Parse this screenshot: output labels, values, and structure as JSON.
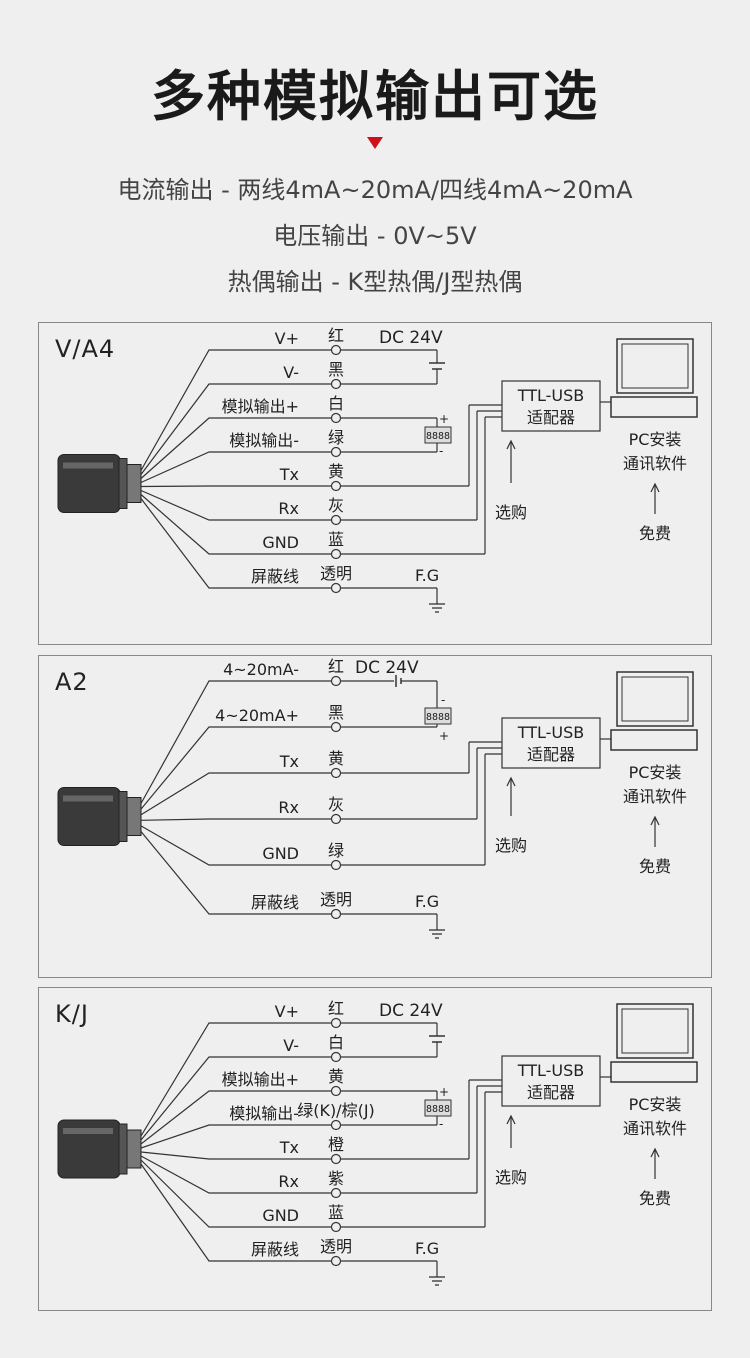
{
  "title": "多种模拟输出可选",
  "subtitles": [
    "电流输出 - 两线4mA~20mA/四线4mA~20mA",
    "电压输出 - 0V~5V",
    "热偶输出 - K型热偶/J型热偶"
  ],
  "accent_color": "#d0101b",
  "common": {
    "dc": "DC 24V",
    "fg": "F.G",
    "adapter": [
      "TTL-USB",
      "适配器"
    ],
    "buy": "选购",
    "pc": [
      "PC安装",
      "通讯软件"
    ],
    "free": "免费",
    "meter": "8888",
    "plus": "+",
    "minus": "-"
  },
  "panels": [
    {
      "name": "V/A4",
      "wires": [
        {
          "label": "V+",
          "color": "红"
        },
        {
          "label": "V-",
          "color": "黑"
        },
        {
          "label": "模拟输出+",
          "color": "白"
        },
        {
          "label": "模拟输出-",
          "color": "绿"
        },
        {
          "label": "Tx",
          "color": "黄"
        },
        {
          "label": "Rx",
          "color": "灰"
        },
        {
          "label": "GND",
          "color": "蓝"
        },
        {
          "label": "屏蔽线",
          "color": "透明"
        }
      ]
    },
    {
      "name": "A2",
      "wires": [
        {
          "label": "4~20mA-",
          "color": "红"
        },
        {
          "label": "4~20mA+",
          "color": "黑"
        },
        {
          "label": "Tx",
          "color": "黄"
        },
        {
          "label": "Rx",
          "color": "灰"
        },
        {
          "label": "GND",
          "color": "绿"
        },
        {
          "label": "屏蔽线",
          "color": "透明"
        }
      ]
    },
    {
      "name": "K/J",
      "wires": [
        {
          "label": "V+",
          "color": "红"
        },
        {
          "label": "V-",
          "color": "白"
        },
        {
          "label": "模拟输出+",
          "color": "黄"
        },
        {
          "label": "模拟输出-",
          "color": "绿(K)/棕(J)"
        },
        {
          "label": "Tx",
          "color": "橙"
        },
        {
          "label": "Rx",
          "color": "紫"
        },
        {
          "label": "GND",
          "color": "蓝"
        },
        {
          "label": "屏蔽线",
          "color": "透明"
        }
      ]
    }
  ]
}
